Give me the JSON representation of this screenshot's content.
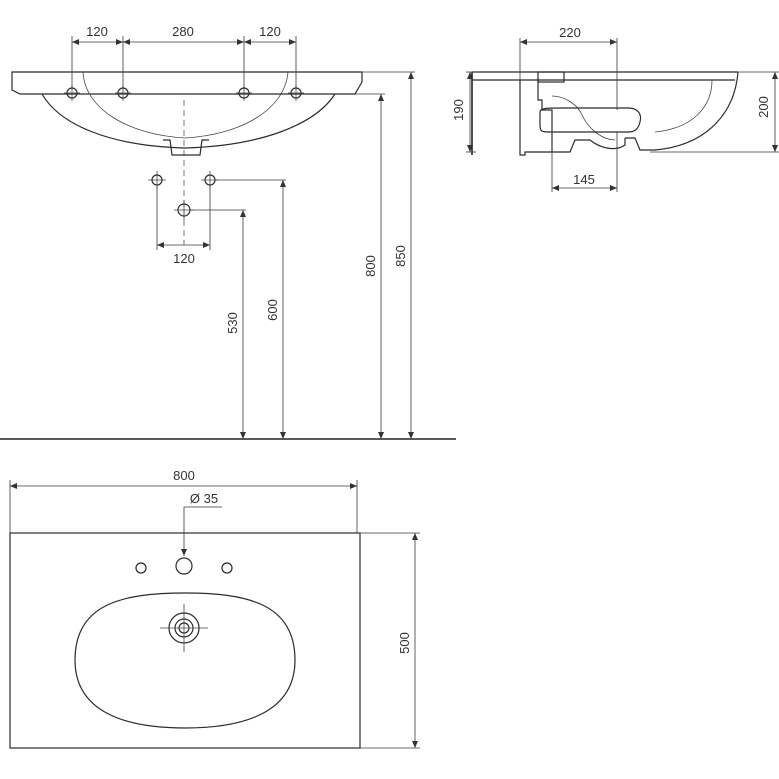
{
  "front_view": {
    "hole_spacing_left": "120",
    "hole_spacing_middle": "280",
    "hole_spacing_right": "120",
    "pipe_spacing": "120",
    "height_530": "530",
    "height_600": "600",
    "height_800": "800",
    "height_850": "850"
  },
  "side_view": {
    "depth_220": "220",
    "height_190": "190",
    "height_200": "200",
    "width_145": "145"
  },
  "top_view": {
    "width_800": "800",
    "hole_diameter": "Ø 35",
    "depth_500": "500"
  },
  "colors": {
    "line": "#2b2b2b",
    "background": "#ffffff"
  }
}
